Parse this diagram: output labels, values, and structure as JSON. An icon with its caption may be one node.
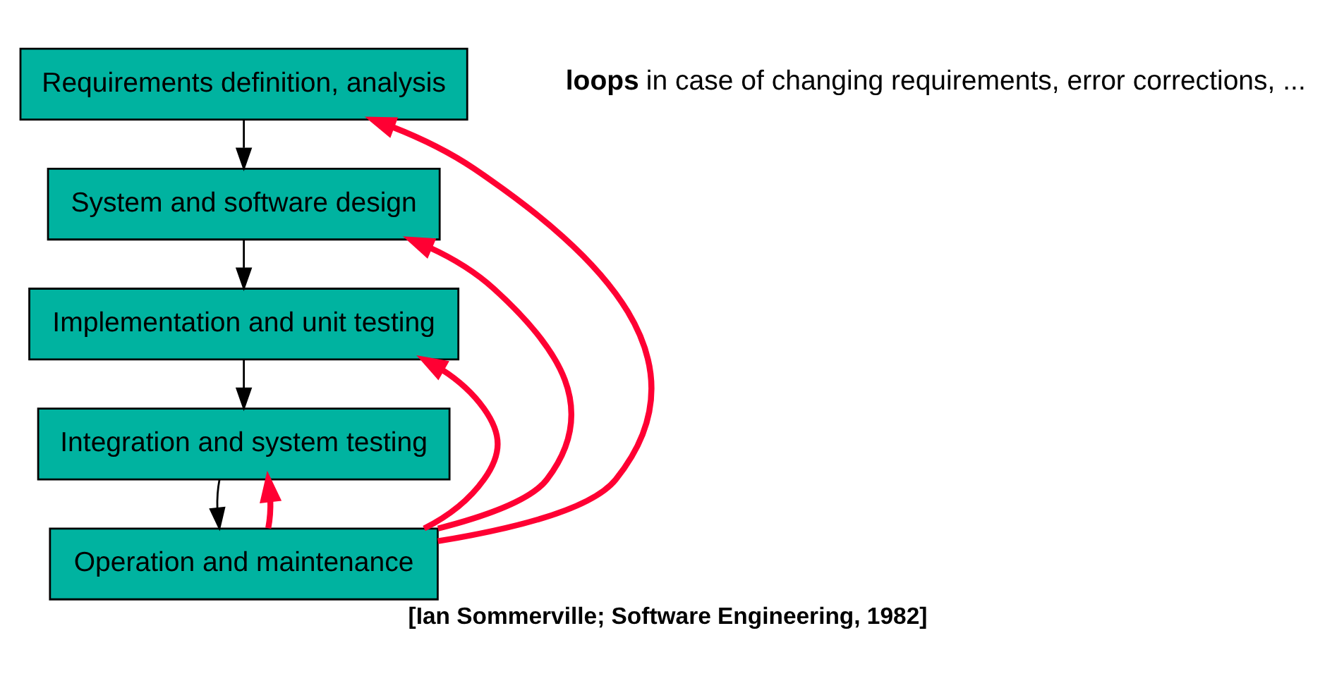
{
  "diagram": {
    "caption": "[Ian Sommerville; Software Engineering, 1982]",
    "nodes": [
      {
        "text": [
          "Requirements definition, analysis"
        ]
      },
      {
        "text": [
          "System and software design"
        ]
      },
      {
        "text": [
          "Implementation and unit testing"
        ]
      },
      {
        "text": [
          "Integration and system testing"
        ]
      },
      {
        "text": [
          "Operation and maintenance"
        ]
      }
    ],
    "edges": [
      {
        "from": 0,
        "to": 1,
        "arrow": "to"
      },
      {
        "from": 1,
        "to": 2,
        "arrow": "to"
      },
      {
        "from": 2,
        "to": 3,
        "arrow": "to"
      },
      {
        "from": 3,
        "to": 4,
        "arrow": "to"
      },
      {
        "from": 4,
        "to": 0,
        "arrow": "to",
        "style": "thick",
        "color": "#ff0033"
      },
      {
        "from": 4,
        "to": 1,
        "arrow": "to",
        "style": "thick",
        "color": "#ff0033"
      },
      {
        "from": 4,
        "to": 2,
        "arrow": "to",
        "style": "thick",
        "color": "#ff0033"
      },
      {
        "from": 4,
        "to": 3,
        "arrow": "to",
        "style": "thick",
        "color": "#ff0033"
      }
    ],
    "labels": [
      "**loops** in case of changing requirements, error corrections, ..."
    ]
  }
}
